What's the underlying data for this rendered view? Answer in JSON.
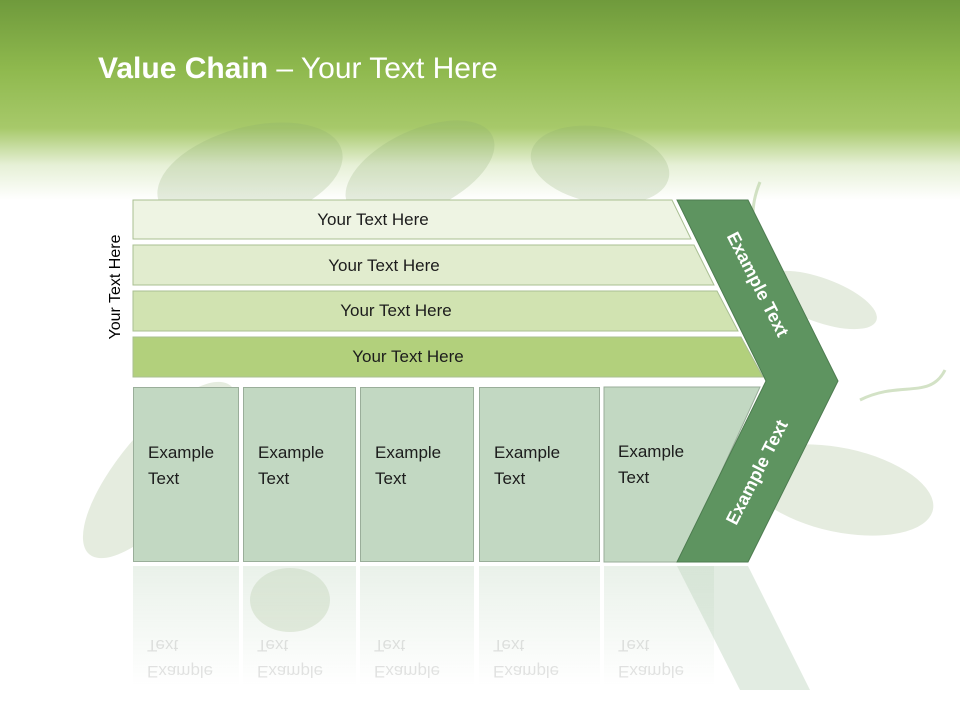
{
  "slide": {
    "title_bold": "Value Chain",
    "title_rest": " – Your Text Here",
    "side_label": "Your Text Here",
    "bands": [
      "Your Text Here",
      "Your Text Here",
      "Your Text Here",
      "Your Text Here"
    ],
    "columns": [
      {
        "line1": "Example",
        "line2": "Text"
      },
      {
        "line1": "Example",
        "line2": "Text"
      },
      {
        "line1": "Example",
        "line2": "Text"
      },
      {
        "line1": "Example",
        "line2": "Text"
      },
      {
        "line1": "Example",
        "line2": "Text"
      }
    ],
    "arrow_top_text": "Example Text",
    "arrow_bottom_text": "Example Text"
  },
  "colors": {
    "header_green": "#8fb94e",
    "arrow_green": "#5e9460",
    "column_fill": "#c2d8c2",
    "band_fills": [
      "#eef4e3",
      "#e1ecce",
      "#d1e3b1",
      "#b2d07c"
    ]
  }
}
